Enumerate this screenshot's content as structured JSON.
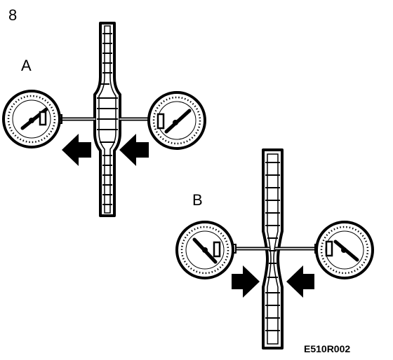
{
  "figure_number": "8",
  "panel_a": {
    "label": "A"
  },
  "panel_b": {
    "label": "B"
  },
  "figure_code": "E510R002"
}
